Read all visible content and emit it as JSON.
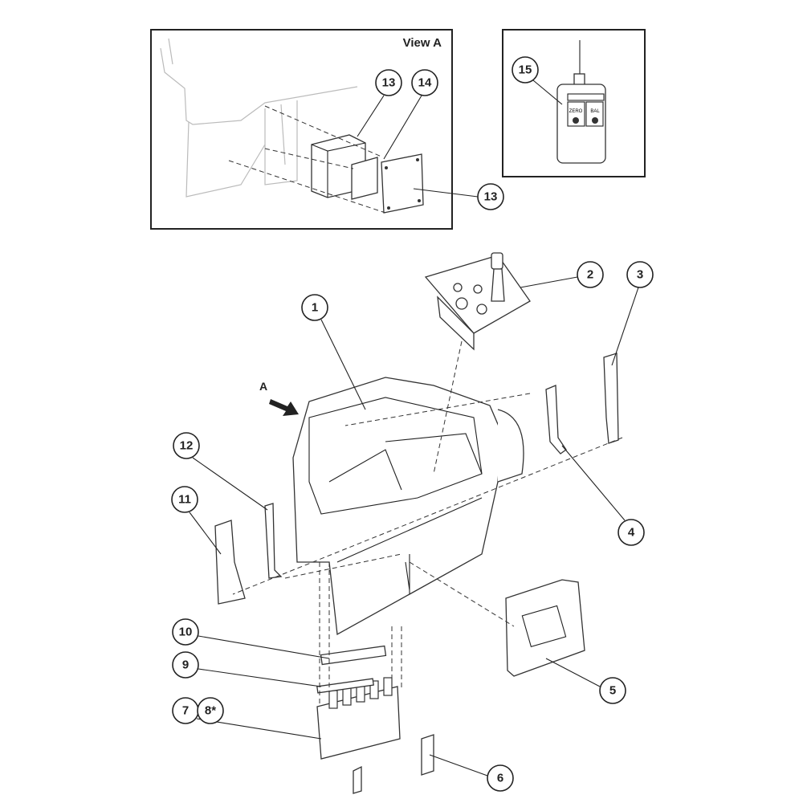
{
  "view_a": {
    "title": "View A",
    "callouts": [
      "13",
      "14",
      "13"
    ]
  },
  "remote": {
    "callout": "15",
    "button_zero": "ZERO",
    "button_bal": "BAL"
  },
  "main": {
    "view_arrow_label": "A",
    "callouts": {
      "c1": "1",
      "c2": "2",
      "c3": "3",
      "c4": "4",
      "c5": "5",
      "c6": "6",
      "c7": "7",
      "c8": "8*",
      "c9": "9",
      "c10": "10",
      "c11": "11",
      "c12": "12"
    }
  }
}
